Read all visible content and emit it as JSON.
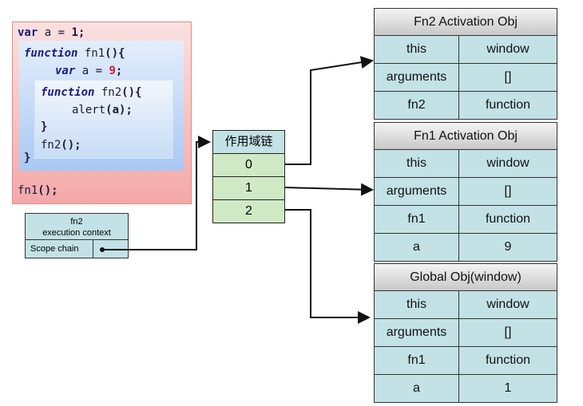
{
  "code": {
    "line1": {
      "kw": "var",
      "rest": " a = ",
      "num": "1",
      "end": ";"
    },
    "line2": {
      "kw": "function",
      "rest": " fn1",
      "end": "(){"
    },
    "line3": {
      "kw": "var",
      "rest": " a = ",
      "num": "9",
      "end": ";"
    },
    "line4": {
      "kw": "function",
      "rest": " fn2",
      "end": "(){"
    },
    "line5": {
      "text": "alert",
      "end": "(a);"
    },
    "line6": "}",
    "line7": {
      "text": "fn2",
      "end": "();"
    },
    "line8": "}",
    "line9": {
      "text": "fn1",
      "end": "();"
    }
  },
  "exec_context": {
    "title_line1": "fn2",
    "title_line2": "execution context",
    "scope_label": "Scope chain"
  },
  "scope_chain": {
    "title": "作用域链",
    "items": [
      "0",
      "1",
      "2"
    ]
  },
  "tables": [
    {
      "title": "Fn2 Activation Obj",
      "rows": [
        [
          "this",
          "window"
        ],
        [
          "arguments",
          "[]"
        ],
        [
          "fn2",
          "function"
        ]
      ]
    },
    {
      "title": "Fn1 Activation Obj",
      "rows": [
        [
          "this",
          "window"
        ],
        [
          "arguments",
          "[]"
        ],
        [
          "fn1",
          "function"
        ],
        [
          "a",
          "9"
        ]
      ]
    },
    {
      "title": "Global Obj(window)",
      "rows": [
        [
          "this",
          "window"
        ],
        [
          "arguments",
          "[]"
        ],
        [
          "fn1",
          "function"
        ],
        [
          "a",
          "1"
        ]
      ]
    }
  ]
}
